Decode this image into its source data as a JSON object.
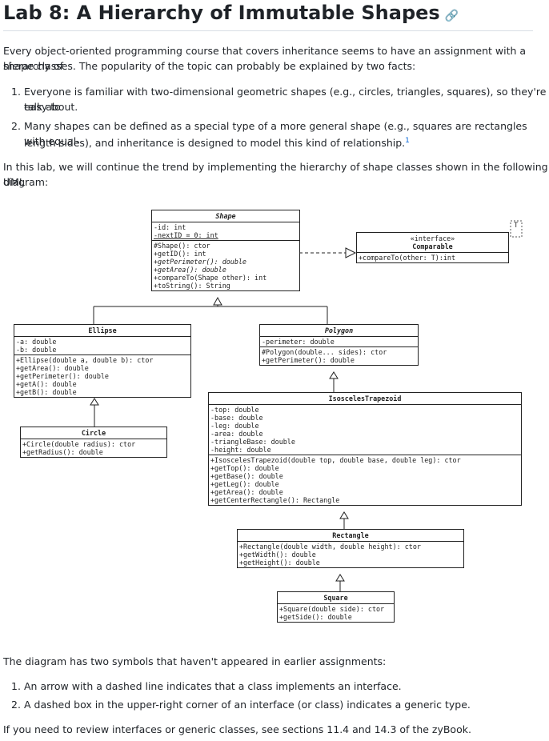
{
  "title": "Lab 8: A Hierarchy of Immutable Shapes",
  "anchor_icon": "link-icon",
  "intro": "Every object-oriented programming course that covers inheritance seems to have an assignment with a hierarchy of shape classes. The popularity of the topic can probably be explained by two facts:",
  "intro_l1": "Every object-oriented programming course that covers inheritance seems to have an assignment with a hierarchy of",
  "intro_l2": "shape classes. The popularity of the topic can probably be explained by two facts:",
  "facts": [
    {
      "num": "1.",
      "l1": "Everyone is familiar with two-dimensional geometric shapes (e.g., circles, triangles, squares), so they're easy to",
      "l2": "talk about."
    },
    {
      "num": "2.",
      "l1": "Many shapes can be defined as a special type of a more general shape (e.g., squares are rectangles with equal-",
      "l2": "length sides), and inheritance is designed to model this kind of relationship.",
      "footnote": "1"
    }
  ],
  "lab_l1": "In this lab, we will continue the trend by implementing the hierarchy of shape classes shown in the following UML",
  "lab_l2": "diagram:",
  "uml": {
    "shape": {
      "name": "Shape",
      "fields": [
        "-id: int",
        "-nextID = 0: int"
      ],
      "methods": [
        "#Shape(): ctor",
        "+getID(): int",
        "+getPerimeter(): double",
        "+getArea(): double",
        "+compareTo(Shape other): int",
        "+toString(): String"
      ]
    },
    "comparable": {
      "stereotype": "«interface»",
      "name": "Comparable",
      "methods": [
        "+compareTo(other: T):int"
      ],
      "generic": "T"
    },
    "ellipse": {
      "name": "Ellipse",
      "fields": [
        "-a: double",
        "-b: double"
      ],
      "methods": [
        "+Ellipse(double a, double b): ctor",
        "+getArea(): double",
        "+getPerimeter(): double",
        "+getA(): double",
        "+getB(): double"
      ]
    },
    "polygon": {
      "name": "Polygon",
      "fields": [
        "-perimeter: double"
      ],
      "methods": [
        "#Polygon(double... sides): ctor",
        "+getPerimeter(): double"
      ]
    },
    "circle": {
      "name": "Circle",
      "methods": [
        "+Circle(double radius): ctor",
        "+getRadius(): double"
      ]
    },
    "trapezoid": {
      "name": "IsoscelesTrapezoid",
      "fields": [
        "-top: double",
        "-base: double",
        "-leg: double",
        "-area: double",
        "-triangleBase: double",
        "-height: double"
      ],
      "methods": [
        "+IsoscelesTrapezoid(double top, double base, double leg): ctor",
        "+getTop(): double",
        "+getBase(): double",
        "+getLeg(): double",
        "+getArea(): double",
        "+getCenterRectangle(): Rectangle"
      ]
    },
    "rectangle": {
      "name": "Rectangle",
      "methods": [
        "+Rectangle(double width, double height): ctor",
        "+getWidth(): double",
        "+getHeight(): double"
      ]
    },
    "square": {
      "name": "Square",
      "methods": [
        "+Square(double side): ctor",
        "+getSide(): double"
      ]
    }
  },
  "diagram_intro": "The diagram has two symbols that haven't appeared in earlier assignments:",
  "symbols": [
    {
      "num": "1.",
      "text": "An arrow with a dashed line indicates that a class implements an interface."
    },
    {
      "num": "2.",
      "text": "A dashed box in the upper-right corner of an interface (or class) indicates a generic type."
    }
  ],
  "review": "If you need to review interfaces or generic classes, see sections 11.4 and 14.3 of the zyBook."
}
